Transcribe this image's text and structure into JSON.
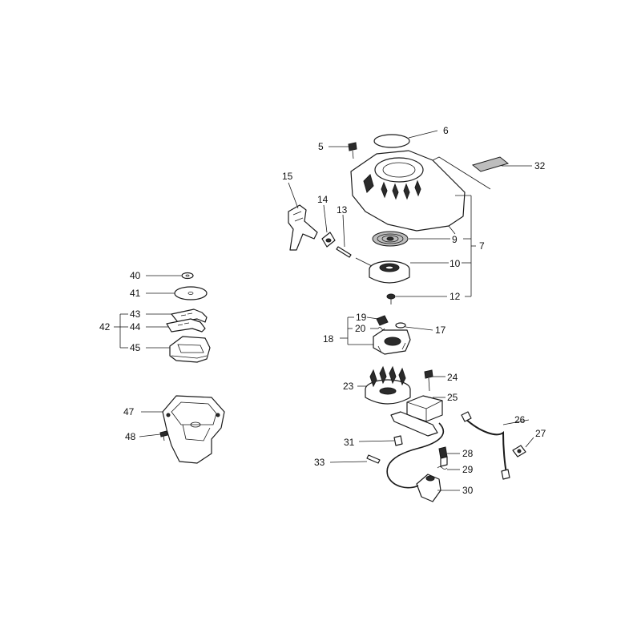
{
  "callouts": {
    "c5": "5",
    "c6": "6",
    "c7": "7",
    "c9": "9",
    "c10": "10",
    "c12": "12",
    "c13": "13",
    "c14": "14",
    "c15": "15",
    "c17": "17",
    "c18": "18",
    "c19": "19",
    "c20": "20",
    "c23": "23",
    "c24": "24",
    "c25": "25",
    "c26": "26",
    "c27": "27",
    "c28": "28",
    "c29": "29",
    "c30": "30",
    "c31": "31",
    "c32": "32",
    "c33": "33",
    "c40": "40",
    "c41": "41",
    "c42": "42",
    "c43": "43",
    "c44": "44",
    "c45": "45",
    "c47": "47",
    "c48": "48"
  }
}
